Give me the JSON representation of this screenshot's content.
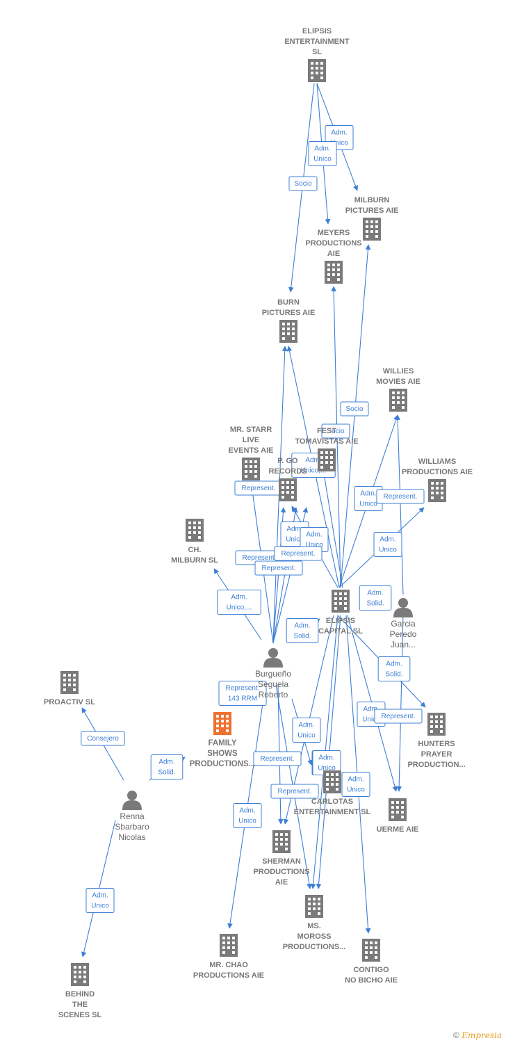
{
  "colors": {
    "node": "#7a7a7a",
    "main_node": "#f07030",
    "edge": "#3d7fd6"
  },
  "nodes": [
    {
      "id": "elipsis_ent",
      "type": "company",
      "lines": [
        "ELIPSIS",
        "ENTERTAINMENT",
        "SL"
      ]
    },
    {
      "id": "milburn_pic",
      "type": "company",
      "lines": [
        "MILBURN",
        "PICTURES  AIE"
      ]
    },
    {
      "id": "meyers",
      "type": "company",
      "lines": [
        "MEYERS",
        "PRODUCTIONS",
        "AIE"
      ]
    },
    {
      "id": "burn_pic",
      "type": "company",
      "lines": [
        "BURN",
        "PICTURES  AIE"
      ]
    },
    {
      "id": "willies",
      "type": "company",
      "lines": [
        "WILLIES",
        "MOVIES  AIE"
      ]
    },
    {
      "id": "williams",
      "type": "company",
      "lines": [
        "WILLIAMS",
        "PRODUCTIONS AIE"
      ]
    },
    {
      "id": "mr_starr",
      "type": "company",
      "lines": [
        "MR.  STARR",
        "LIVE",
        "EVENTS  AIE"
      ]
    },
    {
      "id": "fest",
      "type": "company",
      "lines": [
        "FEST",
        "TOMAVISTAS AIE"
      ]
    },
    {
      "id": "pgo",
      "type": "company",
      "lines": [
        "P.  GO",
        "RECORDS"
      ]
    },
    {
      "id": "ch_milburn",
      "type": "company",
      "lines": [
        "CH.",
        "MILBURN  SL"
      ]
    },
    {
      "id": "elipsis_cap",
      "type": "company",
      "lines": [
        "ELIPSIS",
        "CAPITAL  SL"
      ]
    },
    {
      "id": "garcia",
      "type": "person",
      "lines": [
        "Garcia",
        "Peredo",
        "Juan..."
      ]
    },
    {
      "id": "burgueno",
      "type": "person",
      "lines": [
        "Burgueño",
        "Seguela",
        "Roberto"
      ]
    },
    {
      "id": "proactiv",
      "type": "company",
      "lines": [
        "PROACTIV SL"
      ]
    },
    {
      "id": "family",
      "type": "company",
      "main": true,
      "lines": [
        "FAMILY",
        "SHOWS",
        "PRODUCTIONS..."
      ]
    },
    {
      "id": "hunters",
      "type": "company",
      "lines": [
        "HUNTERS",
        "PRAYER",
        "PRODUCTION..."
      ]
    },
    {
      "id": "carlotas",
      "type": "company",
      "lines": [
        "CARLOTAS",
        "ENTERTAINMENT SL"
      ]
    },
    {
      "id": "uerme",
      "type": "company",
      "lines": [
        "UERME AIE"
      ]
    },
    {
      "id": "renna",
      "type": "person",
      "lines": [
        "Renna",
        "Sbarbaro",
        "Nicolas"
      ]
    },
    {
      "id": "sherman",
      "type": "company",
      "lines": [
        "SHERMAN",
        "PRODUCTIONS",
        "AIE"
      ]
    },
    {
      "id": "ms_moross",
      "type": "company",
      "lines": [
        "MS.",
        "MOROSS",
        "PRODUCTIONS..."
      ]
    },
    {
      "id": "mr_chao",
      "type": "company",
      "lines": [
        "MR.  CHAO",
        "PRODUCTIONS AIE"
      ]
    },
    {
      "id": "contigo",
      "type": "company",
      "lines": [
        "CONTIGO",
        "NO BICHO  AIE"
      ]
    },
    {
      "id": "behind",
      "type": "company",
      "lines": [
        "BEHIND",
        "THE",
        "SCENES SL"
      ]
    }
  ],
  "edge_labels": [
    {
      "lines": [
        "Adm.",
        "Unico"
      ]
    },
    {
      "lines": [
        "Adm.",
        "Unico"
      ]
    },
    {
      "lines": [
        "Socio"
      ]
    },
    {
      "lines": [
        "Socio"
      ]
    },
    {
      "lines": [
        "Socio"
      ]
    },
    {
      "lines": [
        "Adm.",
        "Unico,..."
      ]
    },
    {
      "lines": [
        "Adm.",
        "Unico"
      ]
    },
    {
      "lines": [
        "Represent."
      ]
    },
    {
      "lines": [
        "Represent."
      ]
    },
    {
      "lines": [
        "Adm.",
        "Unico"
      ]
    },
    {
      "lines": [
        "Adm.",
        "Unico"
      ]
    },
    {
      "lines": [
        "Adm.",
        "Unico"
      ]
    },
    {
      "lines": [
        "Represent."
      ]
    },
    {
      "lines": [
        "Represent."
      ]
    },
    {
      "lines": [
        "Represent."
      ]
    },
    {
      "lines": [
        "Adm.",
        "Solid."
      ]
    },
    {
      "lines": [
        "Adm.",
        "Unico,..."
      ]
    },
    {
      "lines": [
        "Adm.",
        "Solid."
      ]
    },
    {
      "lines": [
        "Adm.",
        "Solid."
      ]
    },
    {
      "lines": [
        "Adm.",
        "Unico"
      ]
    },
    {
      "lines": [
        "Represent.",
        "143 RRM"
      ]
    },
    {
      "lines": [
        "Adm.",
        "Unico"
      ]
    },
    {
      "lines": [
        "Represent."
      ]
    },
    {
      "lines": [
        "Consejero"
      ]
    },
    {
      "lines": [
        "Adm.",
        "Solid."
      ]
    },
    {
      "lines": [
        "Adm.",
        "Unico"
      ]
    },
    {
      "lines": [
        "Represent."
      ]
    },
    {
      "lines": [
        "Adm.",
        "Unico"
      ]
    },
    {
      "lines": [
        "Represent."
      ]
    },
    {
      "lines": [
        "Adm.",
        "Unico"
      ]
    },
    {
      "lines": [
        "Adm.",
        "Unico"
      ]
    },
    {
      "lines": [
        "Adm.",
        "Unico"
      ]
    }
  ],
  "footer": {
    "copyright": "©",
    "brand": "Empresia"
  }
}
